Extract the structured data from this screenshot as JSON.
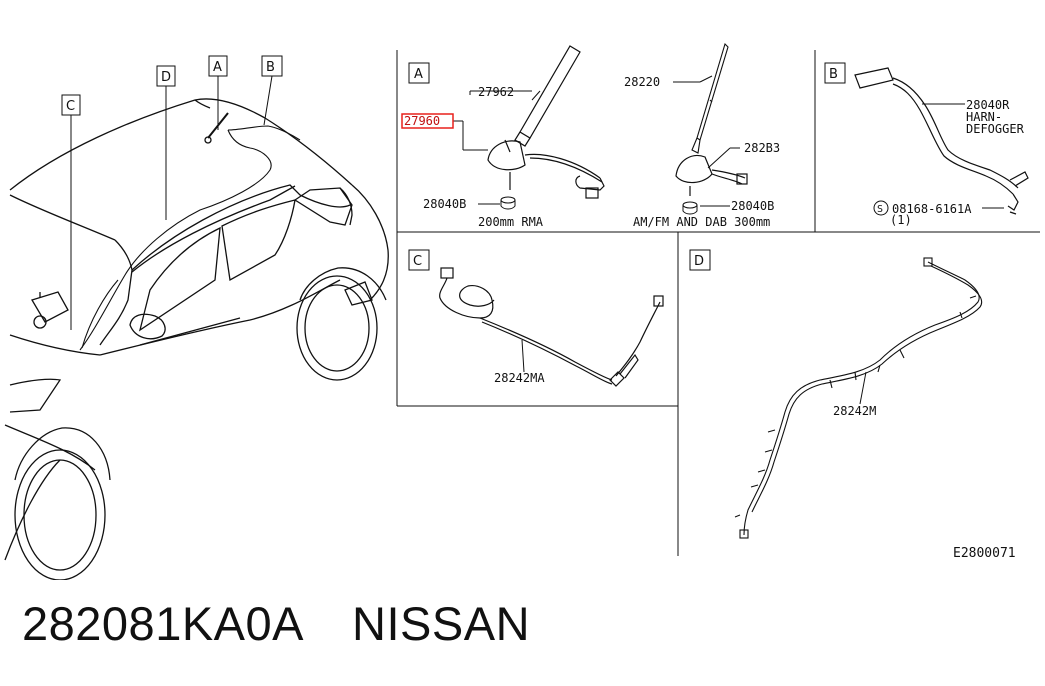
{
  "callouts": {
    "car": {
      "a": "A",
      "b": "B",
      "c": "C",
      "d": "D"
    },
    "panels": {
      "a": "A",
      "b": "B",
      "c": "C",
      "d": "D"
    }
  },
  "panel_a": {
    "p27962": "27962",
    "p27960": "27960",
    "p28040b_left": "28040B",
    "caption_left": "200mm RMA",
    "p28220": "28220",
    "p282b3": "282B3",
    "p28040b_right": "28040B",
    "caption_right": "AM/FM AND DAB 300mm"
  },
  "panel_b": {
    "p28040r": "28040R",
    "harn": "HARN-",
    "defogger": "DEFOGGER",
    "s_symbol": "S",
    "bolt": "08168-6161A",
    "qty": "(1)"
  },
  "panel_c": {
    "p28242ma": "28242MA"
  },
  "panel_d": {
    "p28242m": "28242M"
  },
  "diagram_code": "E2800071",
  "footer": {
    "part_number": "282081KA0A",
    "brand": "NISSAN"
  },
  "colors": {
    "highlight": "#e8201c",
    "line": "#111111"
  }
}
